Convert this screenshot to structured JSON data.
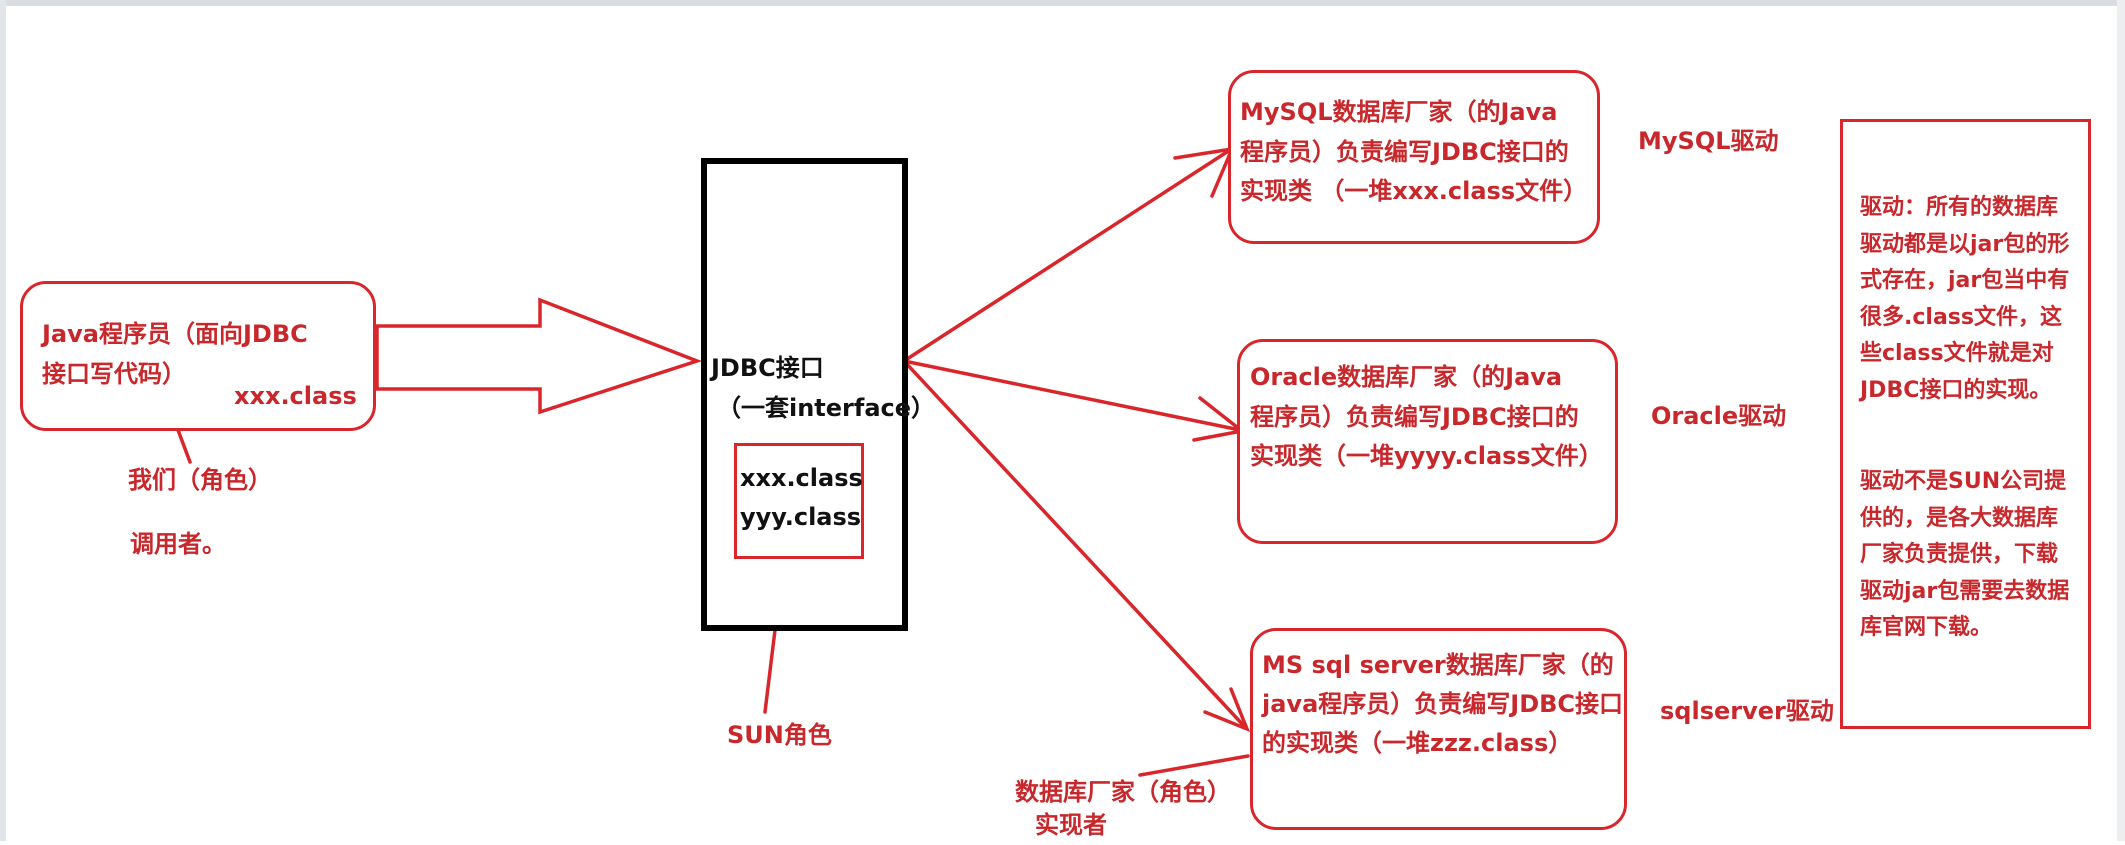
{
  "programmer_box": {
    "lines": [
      "Java程序员（面向JDBC",
      "接口写代码）"
    ],
    "class_label": "xxx.class"
  },
  "role_us": "我们（角色）",
  "caller": "调用者。",
  "jdbc_box": {
    "title": "JDBC接口",
    "subtitle": "（一套interface）",
    "classes": [
      "xxx.class",
      "yyy.class"
    ]
  },
  "sun_role": "SUN角色",
  "mysql_box": {
    "lines": [
      "MySQL数据库厂家（的Java",
      "程序员）负责编写JDBC接口的",
      "实现类 （一堆xxx.class文件）"
    ]
  },
  "oracle_box": {
    "lines": [
      "Oracle数据库厂家（的Java",
      "程序员）负责编写JDBC接口的",
      "实现类（一堆yyyy.class文件）"
    ]
  },
  "mssql_box": {
    "lines": [
      "MS sql server数据库厂家（的",
      "java程序员）负责编写JDBC接口",
      "的实现类（一堆zzz.class）"
    ]
  },
  "vendor_role": {
    "line1": "数据库厂家（角色）",
    "line2": "实现者"
  },
  "drivers": {
    "mysql": "MySQL驱动",
    "oracle": "Oracle驱动",
    "sqlserver": "sqlserver驱动"
  },
  "note": {
    "para1": [
      "驱动：所有的数据库",
      "驱动都是以jar包的形",
      "式存在，jar包当中有",
      "很多.class文件，这",
      "些class文件就是对",
      "JDBC接口的实现。"
    ],
    "para2": [
      "驱动不是SUN公司提",
      "供的，是各大数据库",
      "厂家负责提供，下载",
      "驱动jar包需要去数据",
      "库官网下载。"
    ]
  },
  "colors": {
    "accent": "#d9262b",
    "text": "#c8282c",
    "interface": "#000000"
  }
}
